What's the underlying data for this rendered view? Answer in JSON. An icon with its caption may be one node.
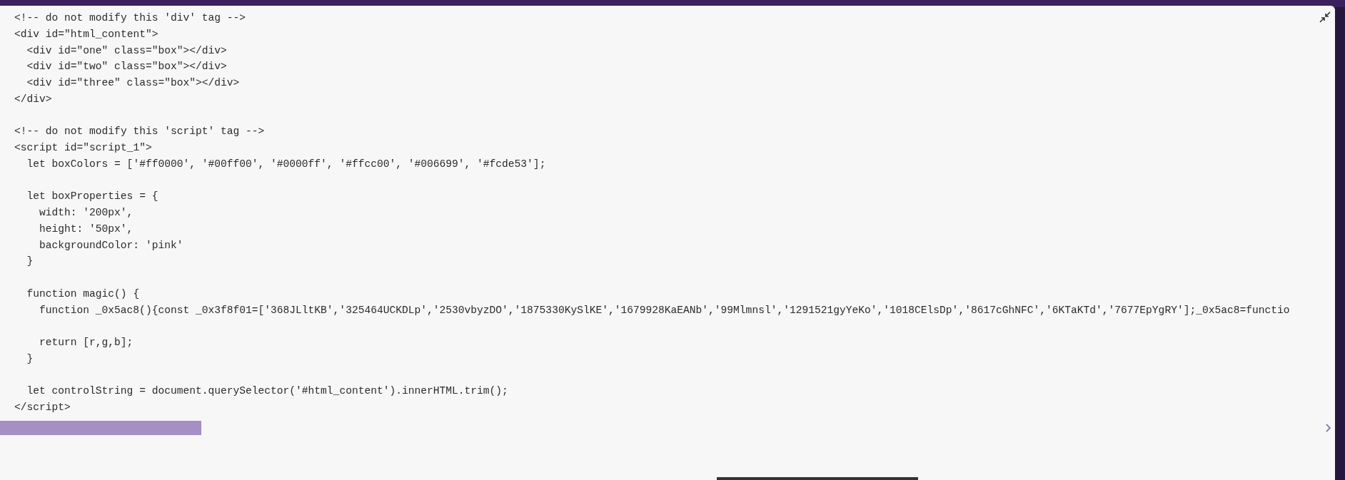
{
  "diagram": {
    "labels": [
      "<!-- do not modify this 'div' tag -->",
      "<div id=\"html_content\">",
      "<div id=\"one\" class=\"box\"></div>",
      "<div id=\"two\" class=\"box\"></div>",
      "<div id=\"three\" class=\"box\"></div>",
      "</div>",
      "<!-- do not modify this 'script' tag -->",
      "<script id=\"script_1\">",
      "let boxColors = ['#ff0000', '#00ff00', '#0000ff', '#ffcc00', '#006699', '#fcde53'];",
      "let boxProperties = {",
      "width: '200px',",
      "height: '50px',",
      "backgroundColor: 'pink'",
      "}",
      "function magic() {",
      "function _0x5ac8(){const _0x3f8f01=['368JLltKB','325464UCKDLp','2530vbyzDO','1875330KySlKE','1679928KaEANb','99Mlmnsl','1291521gyYeKo','1018CElsDp','8617cGhNFC','6KTaKTd','7677EpYgRY'];_0x5ac8=functio",
      "return [r,g,b];",
      "}",
      "let controlString = document.querySelector('#html_content').innerHTML.trim();",
      "</script>"
    ]
  }
}
